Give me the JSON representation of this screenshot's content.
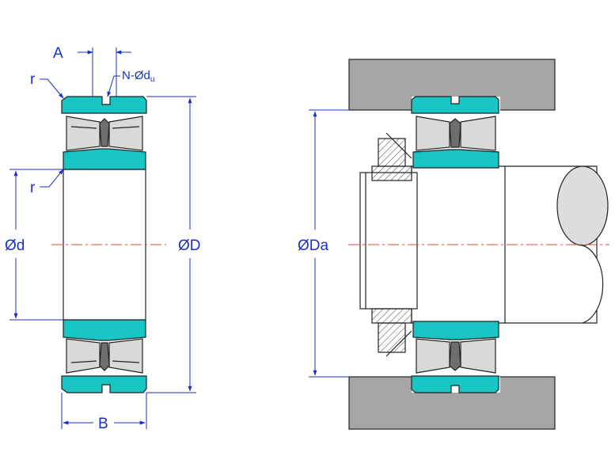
{
  "labels": {
    "A": "A",
    "r_top": "r",
    "r_bore": "r",
    "hole": "N-Ød",
    "hole_sub": "u",
    "bore_d": "Ød",
    "outer_D": "ØD",
    "width_B": "B",
    "housing_Da": "ØDa"
  },
  "colors": {
    "ring": "#19c4c4",
    "roller": "#d9d9d9",
    "housing": "#a6a6a6",
    "dimension": "#1a2fc8",
    "centerline": "#e0453a",
    "outline": "#222222"
  }
}
